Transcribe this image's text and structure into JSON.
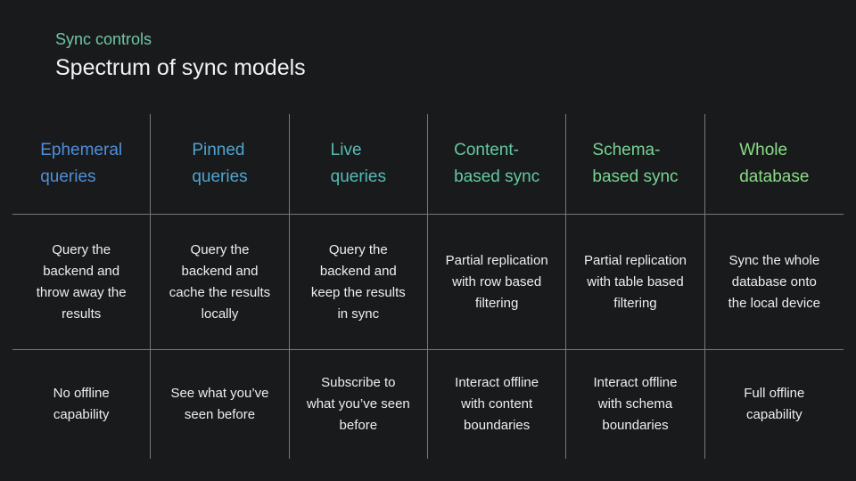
{
  "colors": {
    "kicker": "#6fc7a5",
    "background": "#191a1c",
    "grid_line": "#787878"
  },
  "slide": {
    "kicker": "Sync controls",
    "title": "Spectrum of sync models"
  },
  "table": {
    "columns": [
      {
        "header": "Ephemeral\nqueries",
        "color": "#4f8fd9",
        "description": "Query the\nbackend and\nthrow away the\nresults",
        "offline": "No offline\ncapability"
      },
      {
        "header": "Pinned\nqueries",
        "color": "#4fa5cf",
        "description": "Query the\nbackend and\ncache the results\nlocally",
        "offline": "See what you’ve\nseen before"
      },
      {
        "header": "Live\nqueries",
        "color": "#55bcb4",
        "description": "Query the\nbackend and\nkeep the results\nin sync",
        "offline": "Subscribe to\nwhat you’ve seen\nbefore"
      },
      {
        "header": "Content-\nbased sync",
        "color": "#63c9a0",
        "description": "Partial replication\nwith row based\nfiltering",
        "offline": "Interact offline\nwith content\nboundaries"
      },
      {
        "header": "Schema-\nbased sync",
        "color": "#76d392",
        "description": "Partial replication\nwith table based\nfiltering",
        "offline": "Interact offline\nwith schema\nboundaries"
      },
      {
        "header": "Whole\ndatabase",
        "color": "#8adc86",
        "description": "Sync the whole\ndatabase onto\nthe local device",
        "offline": "Full offline\ncapability"
      }
    ]
  }
}
